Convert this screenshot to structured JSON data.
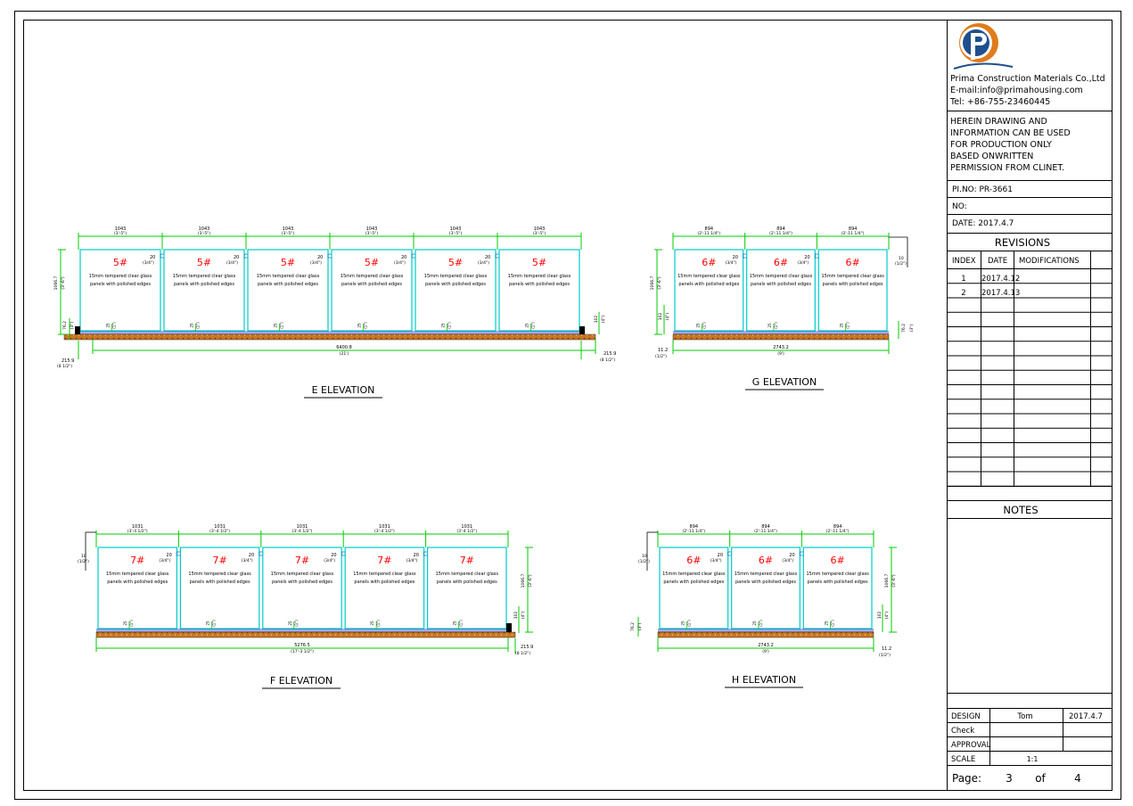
{
  "company": {
    "name": "Prima Construction Materials Co.,Ltd",
    "email": "E-mail:info@primahousing.com",
    "tel": "Tel: +86-755-23460445"
  },
  "disclaimer": [
    "HEREIN DRAWING AND",
    "INFORMATION CAN BE USED",
    "FOR PRODUCTION ONLY",
    "BASED ONWRITTEN",
    "PERMISSION FROM CLINET."
  ],
  "pi_no": "PI.NO:  PR-3661",
  "no": "NO:",
  "date": "DATE:  2017.4.7",
  "revisions": {
    "title": "REVISIONS",
    "headers": [
      "INDEX",
      "DATE",
      "MODIFICATIONS"
    ],
    "rows": [
      {
        "index": "1",
        "date": "2017.4.12",
        "modification": ""
      },
      {
        "index": "2",
        "date": "2017.4.13",
        "modification": ""
      }
    ]
  },
  "notes_title": "NOTES",
  "signoff": {
    "design_label": "DESIGN",
    "design_name": "Tom",
    "design_date": "2017.4.7",
    "check_label": "Check",
    "approval_label": "APPROVAL",
    "scale_label": "SCALE",
    "scale_value": "1:1"
  },
  "page": {
    "label": "Page:",
    "current": "3",
    "of": "of",
    "total": "4"
  },
  "colors": {
    "dim": "#00cc00",
    "glass": "#00cccc",
    "mark": "#ff0000",
    "base": "#cc7a22",
    "frame": "#000000",
    "logo_blue": "#1f4f8c",
    "logo_orange": "#e07b1a"
  },
  "panel_note_l1": "15mm tempered clear glass",
  "panel_note_l2": "panels with polished edges",
  "gap_label": "20",
  "gap_label_in": "(3/4\")",
  "clip_label": "25",
  "clip_label_in": "(1\")",
  "views": {
    "e": {
      "title": "E ELEVATION",
      "mark": "5#",
      "panels": 6,
      "panel_dim": "1043",
      "panel_dim_in": "(3'-5\")",
      "total": "6400.8",
      "total_in": "(21')",
      "height": "1066.7",
      "height_in": "(3'-6\")",
      "post": "76.2",
      "post_in": "(3\")",
      "side": "215.9",
      "side_in": "(8 1/2\")",
      "top_right": "102",
      "top_right_in": "(4\")"
    },
    "g": {
      "title": "G ELEVATION",
      "mark": "6#",
      "panels": 3,
      "panel_dim": "894",
      "panel_dim_in": "(2'-11 1/4\")",
      "total": "2743.2",
      "total_in": "(9')",
      "height": "1066.7",
      "height_in": "(3'-6\")",
      "left_small": "102",
      "left_small_in": "(4\")",
      "right_post": "76.2",
      "right_post_in": "(3\")",
      "top_right": "10",
      "top_right_in": "(1/2\")",
      "bottom_left": "11.2",
      "bottom_left_in": "(1/2\")"
    },
    "f": {
      "title": "F ELEVATION",
      "mark": "7#",
      "panels": 5,
      "panel_dim": "1031",
      "panel_dim_in": "(3'-4 1/2\")",
      "total": "5276.5",
      "total_in": "(17'-3 1/2\")",
      "height": "1066.7",
      "height_in": "(3'-6\")",
      "top_left": "10",
      "top_left_in": "(1/2\")",
      "small_right": "102",
      "small_right_in": "(4\")",
      "side": "215.9",
      "side_in": "(8 1/2\")"
    },
    "h": {
      "title": "H ELEVATION",
      "mark": "6#",
      "panels": 3,
      "panel_dim": "894",
      "panel_dim_in": "(2'-11 1/4\")",
      "total": "2743.2",
      "total_in": "(9')",
      "height": "1066.7",
      "height_in": "(3'-6\")",
      "top_left": "10",
      "top_left_in": "(1/2\")",
      "left_post": "76.2",
      "left_post_in": "(3\")",
      "small_right": "102",
      "small_right_in": "(4\")",
      "bottom_right": "11.2",
      "bottom_right_in": "(1/2\")"
    }
  }
}
